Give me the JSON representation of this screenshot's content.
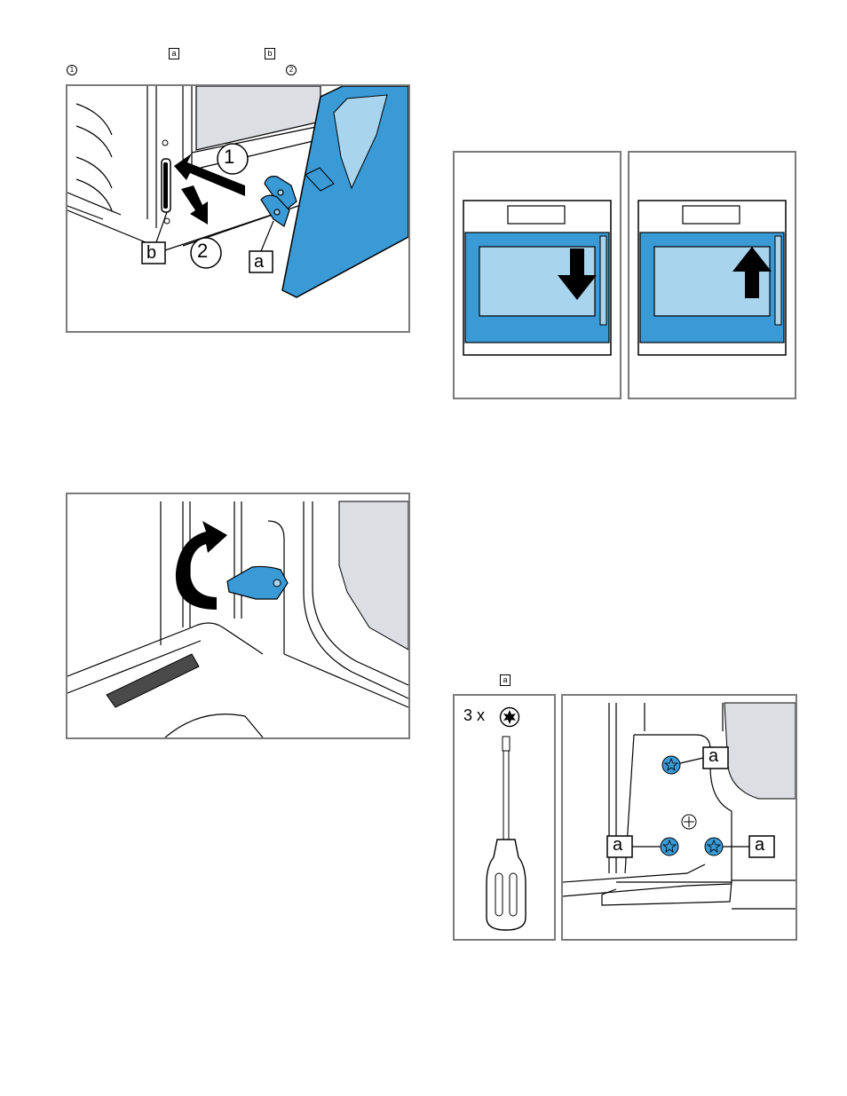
{
  "colors": {
    "door_blue": "#3a9ad6",
    "door_blue_light": "#a9d4ee",
    "glass_grey": "#dcdee3",
    "frame_grey": "#7a7a7a",
    "black": "#000000"
  },
  "inline_refs": {
    "ref_a": "a",
    "ref_b": "b",
    "step_1": "1",
    "step_2": "2"
  },
  "figure1": {
    "callout_a": "a",
    "callout_b": "b",
    "step_1": "1",
    "step_2": "2"
  },
  "figure2": {
    "icons": [
      "door-closed-arrow-down",
      "door-closed-arrow-up"
    ]
  },
  "figure3": {
    "icons": [
      "rotate-arrow-icon",
      "hinge-lever-icon"
    ]
  },
  "figure4": {
    "ref_a": "a",
    "tool_count": "3 x",
    "tool_icon": "torx-star-icon",
    "callouts": [
      "a",
      "a",
      "a"
    ]
  }
}
